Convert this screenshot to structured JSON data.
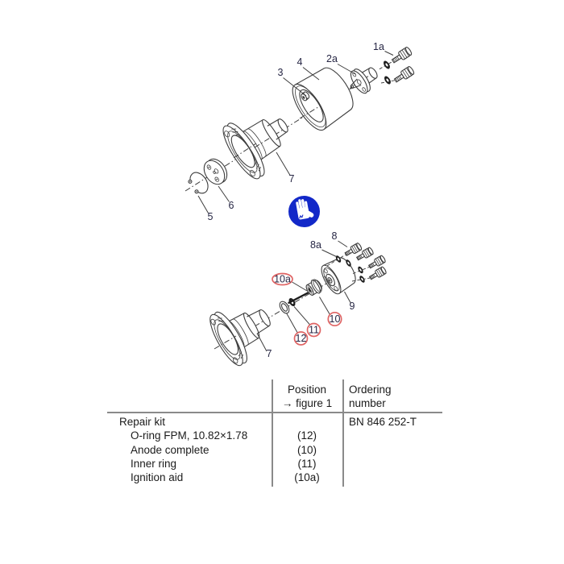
{
  "page": {
    "background": "#ffffff",
    "kind": "service-manual-page-with-exploded-views-and-parts-table"
  },
  "figure": {
    "top": {
      "labels": {
        "screws": "1a",
        "hub": "2a",
        "igniter": "3",
        "cap": "4",
        "circlip": "5",
        "disc": "6",
        "flange_shaft": "7"
      }
    },
    "bottom": {
      "labels": {
        "screws": "8",
        "washers": "8a",
        "housing": "9",
        "anode": "10",
        "ignition_aid": "10a",
        "inner_ring": "11",
        "o_ring": "12",
        "flange_shaft": "7"
      }
    },
    "highlighted_positions": [
      "10a",
      "10",
      "11",
      "12"
    ],
    "safety_icon": {
      "name": "protective-gloves-icon",
      "shape": "blue-circle-white-hand",
      "color": "#1228c8"
    }
  },
  "table": {
    "columns": [
      {
        "header_line1": "Position",
        "header_line2": "→ figure 1"
      },
      {
        "header_line1": "Ordering",
        "header_line2": "number"
      }
    ],
    "rows": [
      {
        "name": "Repair kit",
        "position": "",
        "ordering": "BN 846 252-T"
      },
      {
        "name": "O-ring FPM, 10.82×1.78",
        "position": "(12)",
        "ordering": ""
      },
      {
        "name": "Anode complete",
        "position": "(10)",
        "ordering": ""
      },
      {
        "name": "Inner ring",
        "position": "(11)",
        "ordering": ""
      },
      {
        "name": "Ignition aid",
        "position": "(10a)",
        "ordering": ""
      }
    ]
  },
  "colors": {
    "line": "#3d3d3d",
    "label_text": "#262644",
    "table_text": "#1b1b1b",
    "table_rule": "#8a8a8a",
    "highlight_red": "#df6464",
    "icon_blue": "#1228c8"
  }
}
